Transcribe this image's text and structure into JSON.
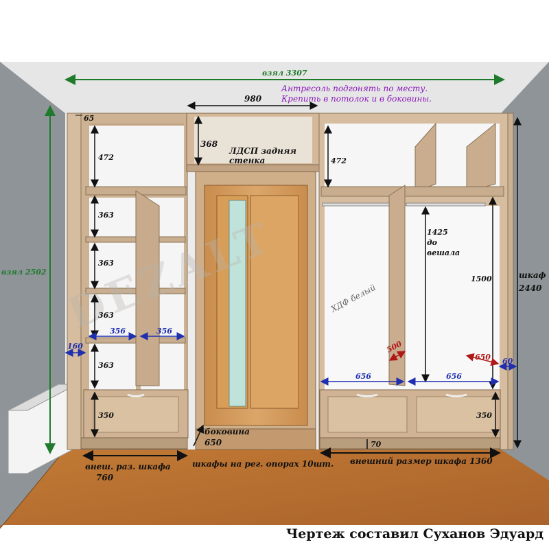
{
  "drawing": {
    "watermark": "DEZALT",
    "colors": {
      "wall": "#8f9598",
      "ceiling": "#e4e4e4",
      "floor": "#b36e2c",
      "panel": "#d7c0a4",
      "panel_dark": "#c1a384",
      "inner_back": "#f6f6f6",
      "door": "#d09a5c",
      "glass": "#b9ded6",
      "dim_green": "#1f7a2c",
      "dim_blue": "#1f2fb0",
      "dim_red": "#b01818",
      "note_purple": "#8a1ab8"
    },
    "dimensions": {
      "total_width": "взял 3307",
      "total_height": "взял 2502",
      "mezzanine_width": "980",
      "mezzanine_height": "368",
      "top_gap": "65",
      "left_top_shelf": "472",
      "shelf_1": "363",
      "shelf_2": "363",
      "shelf_3": "363",
      "shelf_4": "363",
      "left_inner_a": "356",
      "left_inner_b": "356",
      "left_side_gap": "160",
      "left_drawer": "350",
      "right_top_shelf": "472",
      "hanger_height_value": "1425",
      "hanger_height_line1": "до",
      "hanger_height_line2": "вешала",
      "right_inner_height": "1500",
      "right_depth_a": "500",
      "right_depth_b": "650",
      "right_side_gap": "60",
      "right_inner_a": "656",
      "right_inner_b": "656",
      "right_drawer": "350",
      "plinth": "70",
      "cabinet_height_line1": "шкаф",
      "cabinet_height_line2": "2440"
    },
    "notes": {
      "mezzanine_line1": "Антресоль подгонять по месту.",
      "mezzanine_line2": "Крепить в потолок и в боковины.",
      "back_wall_line1": "ЛДСП задняя",
      "back_wall_line2": "стенка",
      "hdf": "ХДФ белый",
      "side_panel_line1": "боковина",
      "side_panel_line2": "650",
      "left_outer_line1": "внеш. раз. шкафа",
      "left_outer_line2": "760",
      "legs": "шкафы на рег. опорах 10шт.",
      "right_outer": "внешний размер шкафа 1360"
    },
    "caption": "Чертеж составил Суханов Эдуард"
  }
}
